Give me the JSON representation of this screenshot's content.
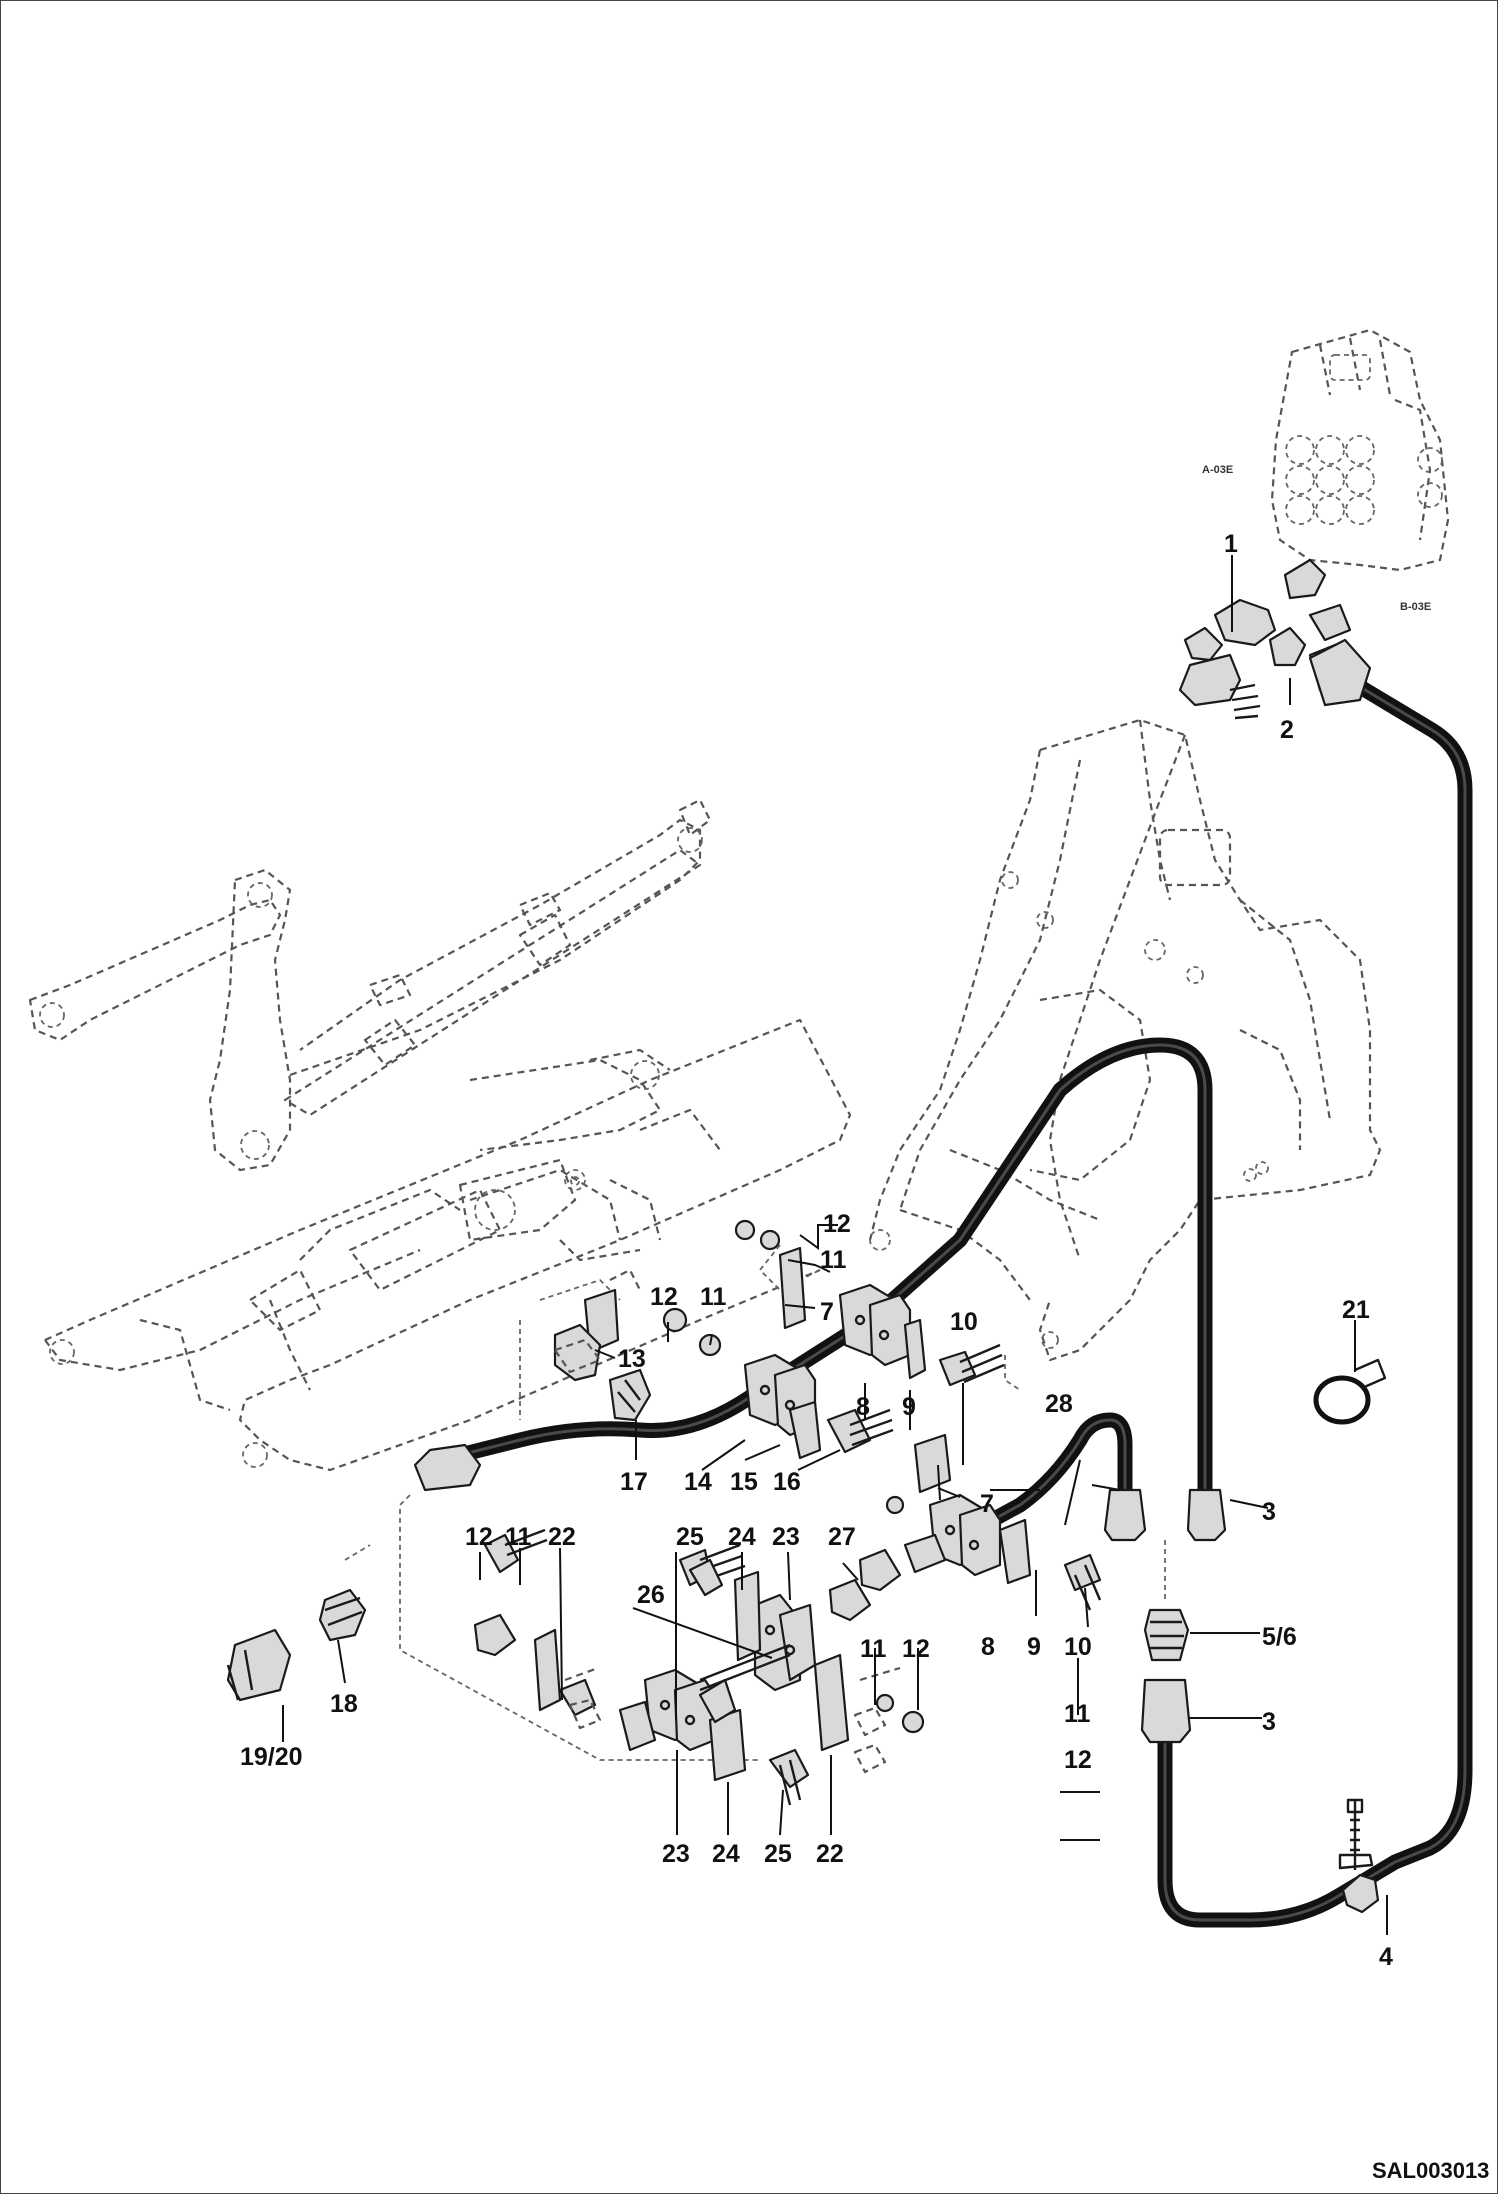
{
  "drawing_code": "SAL003013",
  "valve_markings": {
    "a_port": "A-03E",
    "b_port": "B-03E"
  },
  "callouts": [
    {
      "id": "c1",
      "text": "1"
    },
    {
      "id": "c2",
      "text": "2"
    },
    {
      "id": "c3a",
      "text": "3"
    },
    {
      "id": "c3b",
      "text": "3"
    },
    {
      "id": "c4",
      "text": "4"
    },
    {
      "id": "c56",
      "text": "5/6"
    },
    {
      "id": "c7a",
      "text": "7"
    },
    {
      "id": "c7b",
      "text": "7"
    },
    {
      "id": "c8a",
      "text": "8"
    },
    {
      "id": "c8b",
      "text": "8"
    },
    {
      "id": "c9a",
      "text": "9"
    },
    {
      "id": "c9b",
      "text": "9"
    },
    {
      "id": "c10a",
      "text": "10"
    },
    {
      "id": "c10b",
      "text": "10"
    },
    {
      "id": "c11a",
      "text": "11"
    },
    {
      "id": "c11b",
      "text": "11"
    },
    {
      "id": "c11c",
      "text": "11"
    },
    {
      "id": "c11d",
      "text": "11"
    },
    {
      "id": "c11e",
      "text": "11"
    },
    {
      "id": "c12a",
      "text": "12"
    },
    {
      "id": "c12b",
      "text": "12"
    },
    {
      "id": "c12c",
      "text": "12"
    },
    {
      "id": "c12d",
      "text": "12"
    },
    {
      "id": "c12e",
      "text": "12"
    },
    {
      "id": "c13",
      "text": "13"
    },
    {
      "id": "c14",
      "text": "14"
    },
    {
      "id": "c15",
      "text": "15"
    },
    {
      "id": "c16",
      "text": "16"
    },
    {
      "id": "c17",
      "text": "17"
    },
    {
      "id": "c18",
      "text": "18"
    },
    {
      "id": "c1920",
      "text": "19/20"
    },
    {
      "id": "c21",
      "text": "21"
    },
    {
      "id": "c22a",
      "text": "22"
    },
    {
      "id": "c22b",
      "text": "22"
    },
    {
      "id": "c23a",
      "text": "23"
    },
    {
      "id": "c23b",
      "text": "23"
    },
    {
      "id": "c24a",
      "text": "24"
    },
    {
      "id": "c24b",
      "text": "24"
    },
    {
      "id": "c25a",
      "text": "25"
    },
    {
      "id": "c25b",
      "text": "25"
    },
    {
      "id": "c26",
      "text": "26"
    },
    {
      "id": "c27",
      "text": "27"
    },
    {
      "id": "c28",
      "text": "28"
    }
  ]
}
